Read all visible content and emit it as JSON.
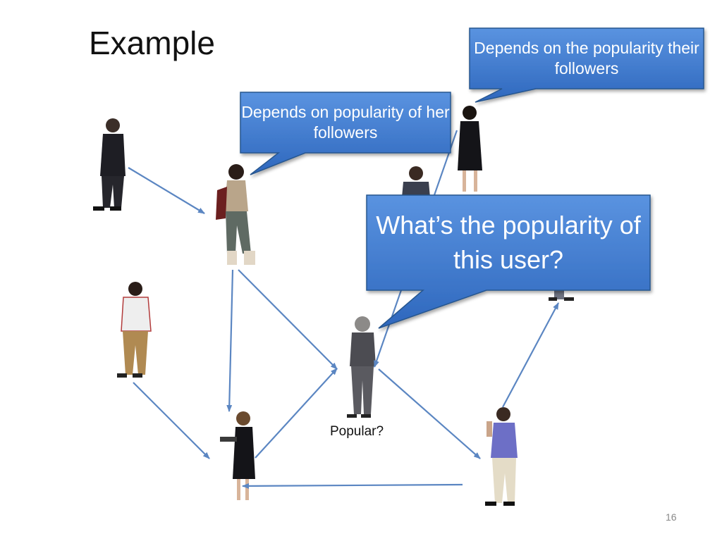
{
  "slide": {
    "title": "Example",
    "callouts": {
      "her_followers": "Depends on popularity of her followers",
      "their_followers": "Depends on the popularity their followers",
      "question": "What’s the popularity of this user?"
    },
    "popular_label": "Popular?",
    "page_number": "16"
  },
  "colors": {
    "arrow": "#5b86c2",
    "callout_fill": "#3d78cc",
    "callout_border": "#27578f"
  },
  "people": [
    "man-in-suit",
    "woman-on-phone",
    "woman-in-black-dress",
    "man-in-blazer",
    "man-in-hoodie",
    "woman-popular",
    "woman-with-notebook",
    "man-gesturing"
  ]
}
